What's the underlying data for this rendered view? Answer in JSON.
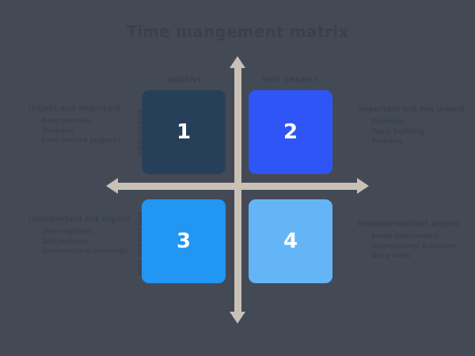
{
  "title": "Time mangement matrix",
  "axes": {
    "column_headers": [
      "URGENT",
      "NOT URGENT"
    ],
    "row_headers": [
      "IMPORTANT",
      "NOT IMPORTANT"
    ],
    "axis_color": "#c9c0b6"
  },
  "background_color": "#434a56",
  "text_color": "#3b404b",
  "quadrants": [
    {
      "number": "1",
      "color": "#27405a",
      "heading": "Urgent and important",
      "items": [
        "Emergencies",
        "Outages",
        "Last-minute projects"
      ]
    },
    {
      "number": "2",
      "color": "#2f55f7",
      "heading": "Important but not urgent",
      "items": [
        "Planning",
        "Team building",
        "Training"
      ]
    },
    {
      "number": "3",
      "color": "#2196f3",
      "heading": "Unimportant but urgent",
      "items": [
        "Interruptions",
        "Distractions",
        "Unnecessary meetings"
      ]
    },
    {
      "number": "4",
      "color": "#64b5f6",
      "heading": "Unimportant/not urgent",
      "items": [
        "Some calls/emails",
        "Recreational activities",
        "Busy work"
      ]
    }
  ]
}
